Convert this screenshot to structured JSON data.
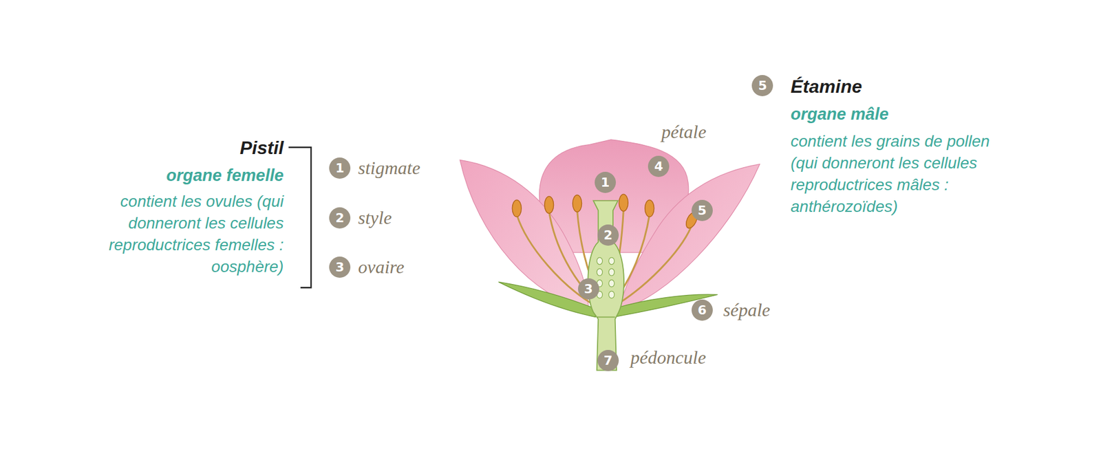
{
  "diagram": {
    "labels": [
      "Pistil",
      "organe femelle",
      "contient les ovules (qui donneront les cellules reproductrices femelles : oosphère)",
      "1",
      "stigmate",
      "2",
      "style",
      "3",
      "ovaire",
      "pétale",
      "4",
      "1",
      "2",
      "3",
      "5",
      "6",
      "sépale",
      "7",
      "pédoncule",
      "5",
      "Étamine",
      "organe mâle",
      "contient les grains de pollen (qui donneront les cellules reproductrices mâles : anthérozoïdes)"
    ]
  }
}
